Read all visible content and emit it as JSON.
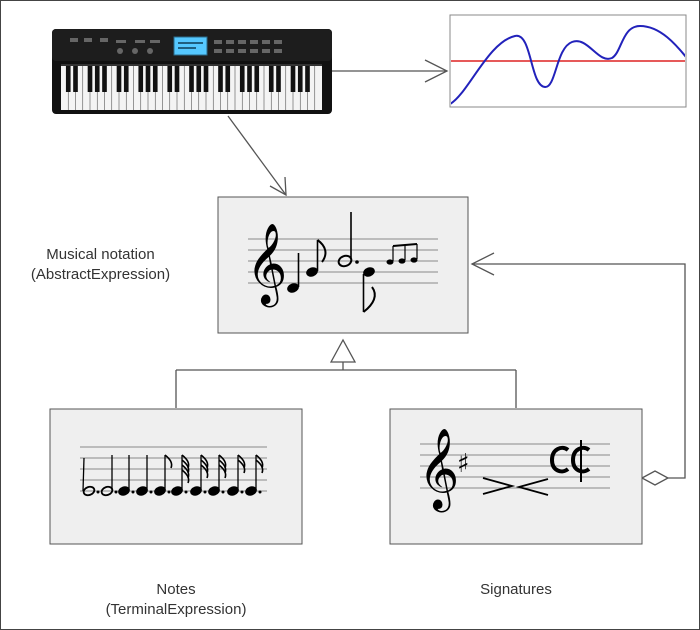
{
  "diagram": {
    "colors": {
      "border": "#555555",
      "box_fill": "#efefef",
      "waveform": "#2222bb",
      "baseline": "#dd2222",
      "lcd": "#55c8ff"
    },
    "nodes": {
      "musical_notation": {
        "line1": "Musical notation",
        "line2": "(AbstractExpression)"
      },
      "notes": {
        "line1": "Notes",
        "line2": "(TerminalExpression)"
      },
      "signatures": {
        "line1": "Signatures"
      }
    },
    "icons": {
      "keyboard": "synthesizer-keyboard-icon",
      "waveform": "sound-waveform-icon",
      "clef": "treble-clef-icon",
      "sharp": "sharp-sign-icon",
      "cut_time": "cut-time-icon"
    },
    "glyphs": {
      "treble_clef": "𝄞",
      "sharp": "♯",
      "cut_time": "𝄵",
      "common_time": "𝄴"
    }
  }
}
